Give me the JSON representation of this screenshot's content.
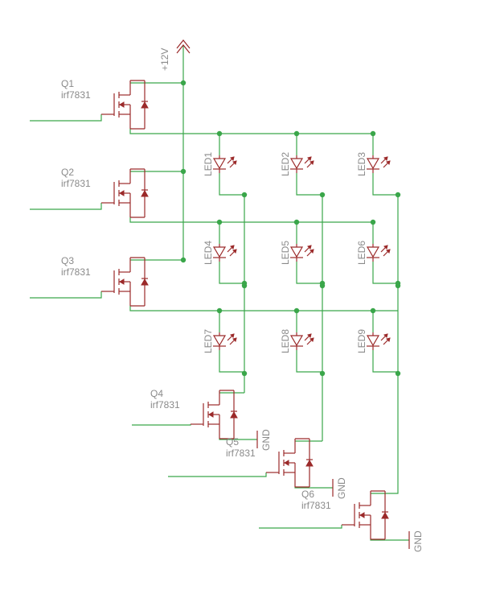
{
  "title": "",
  "power": {
    "label": "+12V"
  },
  "ground": {
    "label": "GND"
  },
  "transistors": [
    {
      "name": "Q1",
      "part": "irf7831"
    },
    {
      "name": "Q2",
      "part": "irf7831"
    },
    {
      "name": "Q3",
      "part": "irf7831"
    },
    {
      "name": "Q4",
      "part": "irf7831"
    },
    {
      "name": "Q5",
      "part": "irf7831"
    },
    {
      "name": "Q6",
      "part": "irf7831"
    }
  ],
  "leds": [
    "LED1",
    "LED2",
    "LED3",
    "LED4",
    "LED5",
    "LED6",
    "LED7",
    "LED8",
    "LED9"
  ],
  "colors": {
    "wire": "#3aa64a",
    "symbol": "#9b2a2a",
    "label": "#8a8a8a"
  }
}
